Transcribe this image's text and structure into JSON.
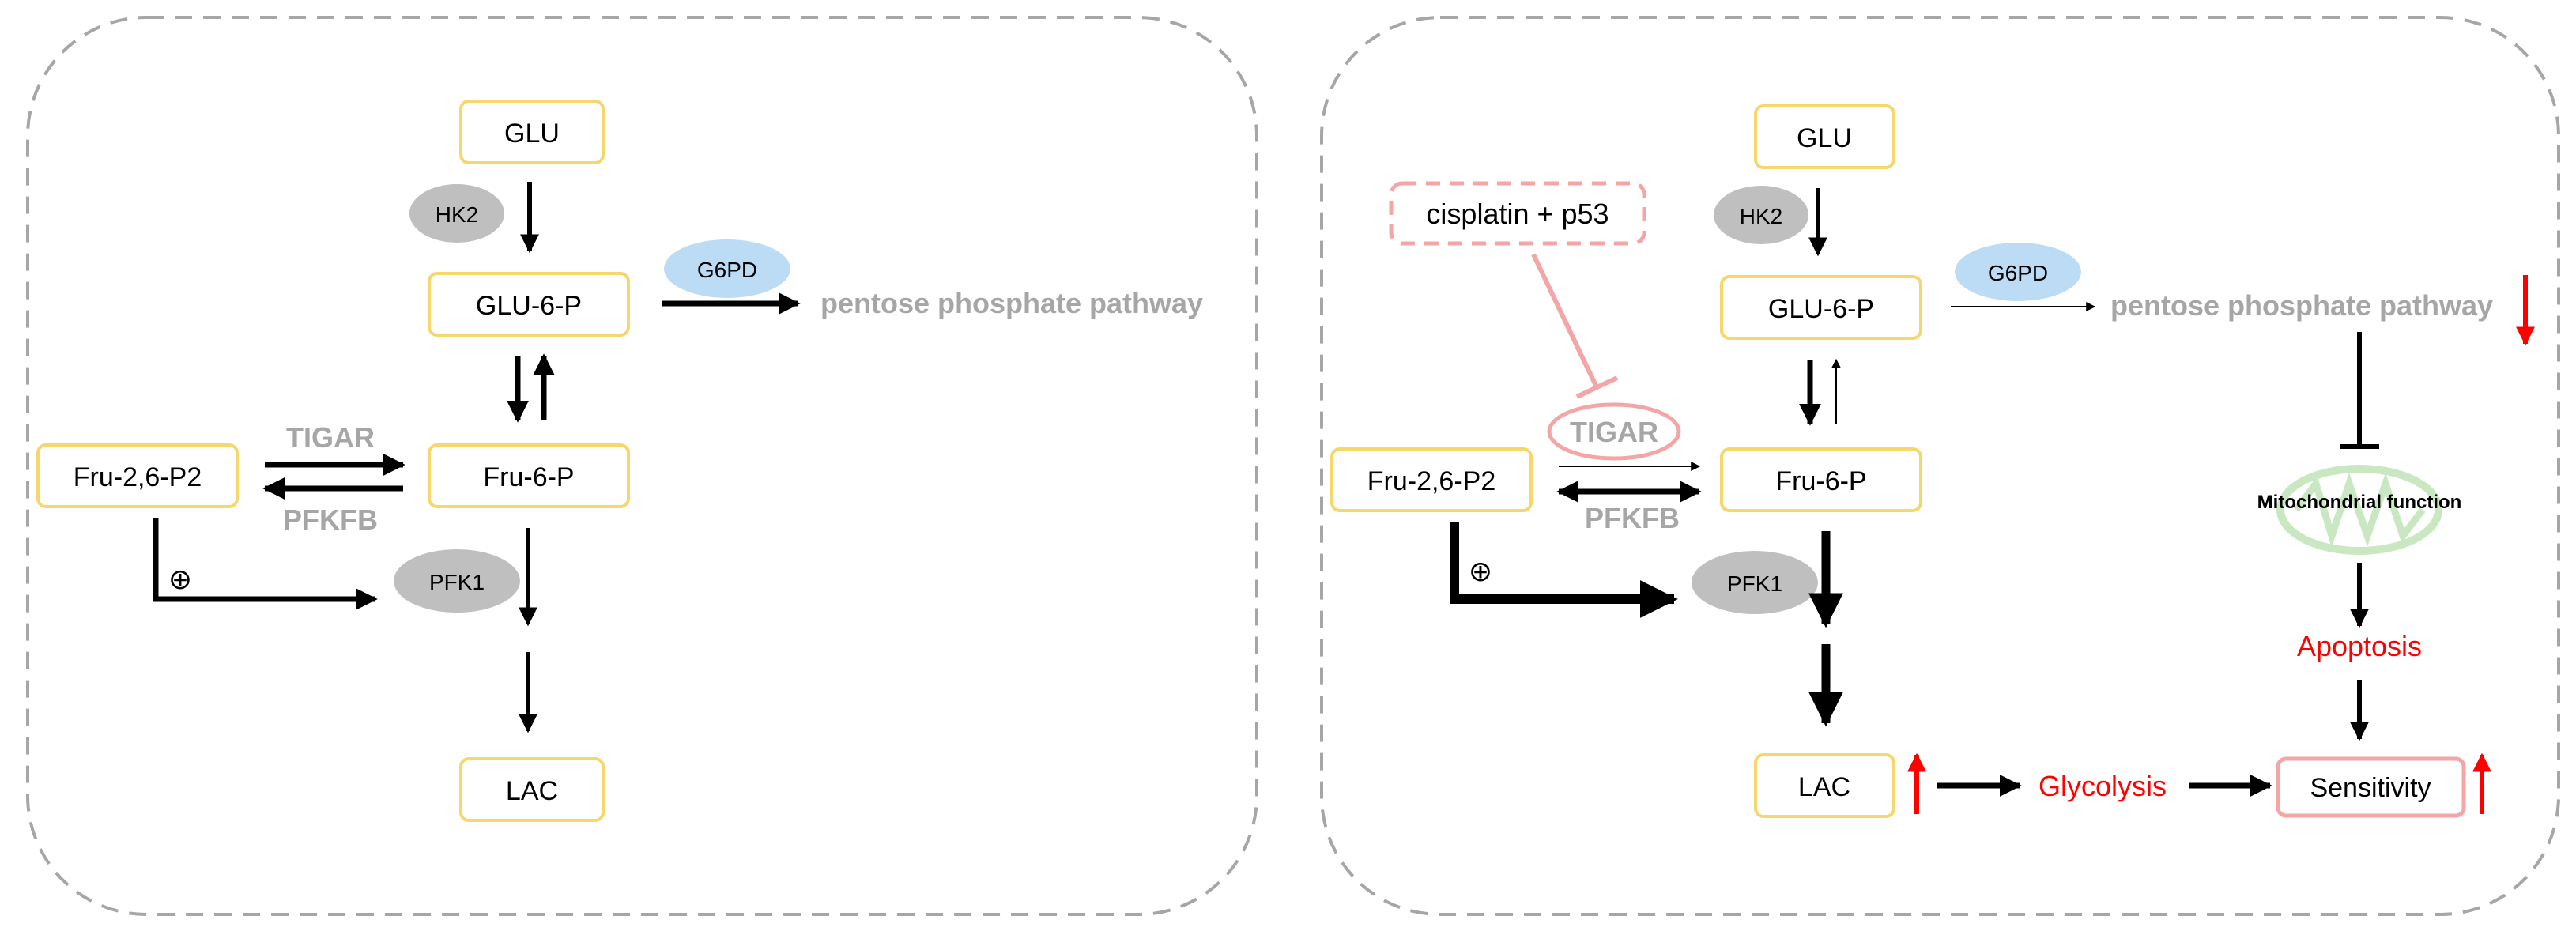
{
  "left_panel": {
    "nodes": {
      "glu": "GLU",
      "glu6p": "GLU-6-P",
      "fru6p": "Fru-6-P",
      "fru26p2": "Fru-2,6-P2",
      "lac": "LAC"
    },
    "enzymes": {
      "hk2": "HK2",
      "g6pd": "G6PD",
      "pfk1": "PFK1"
    },
    "labels": {
      "ppp": "pentose phosphate pathway",
      "tigar": "TIGAR",
      "pfkfb": "PFKFB",
      "activation": "⊕"
    }
  },
  "right_panel": {
    "nodes": {
      "glu": "GLU",
      "glu6p": "GLU-6-P",
      "fru6p": "Fru-6-P",
      "fru26p2": "Fru-2,6-P2",
      "lac": "LAC",
      "sensitivity": "Sensitivity"
    },
    "enzymes": {
      "hk2": "HK2",
      "g6pd": "G6PD",
      "pfk1": "PFK1"
    },
    "labels": {
      "cisplatin": "cisplatin + p53",
      "tigar": "TIGAR",
      "pfkfb": "PFKFB",
      "ppp": "pentose phosphate pathway",
      "mito": "Mitochondrial function",
      "apoptosis": "Apoptosis",
      "glycolysis": "Glycolysis",
      "activation": "⊕"
    }
  },
  "colors": {
    "node_border": "#f5d76e",
    "enzyme_grey": "#bfbfbf",
    "g6pd_blue": "#bcdcf5",
    "label_grey": "#a6a6a6",
    "inhibit_pink": "#f4a6a6",
    "mito_green": "#c9e8c2",
    "increase_red": "#ff0000",
    "panel_dash": "#a6a6a6"
  }
}
